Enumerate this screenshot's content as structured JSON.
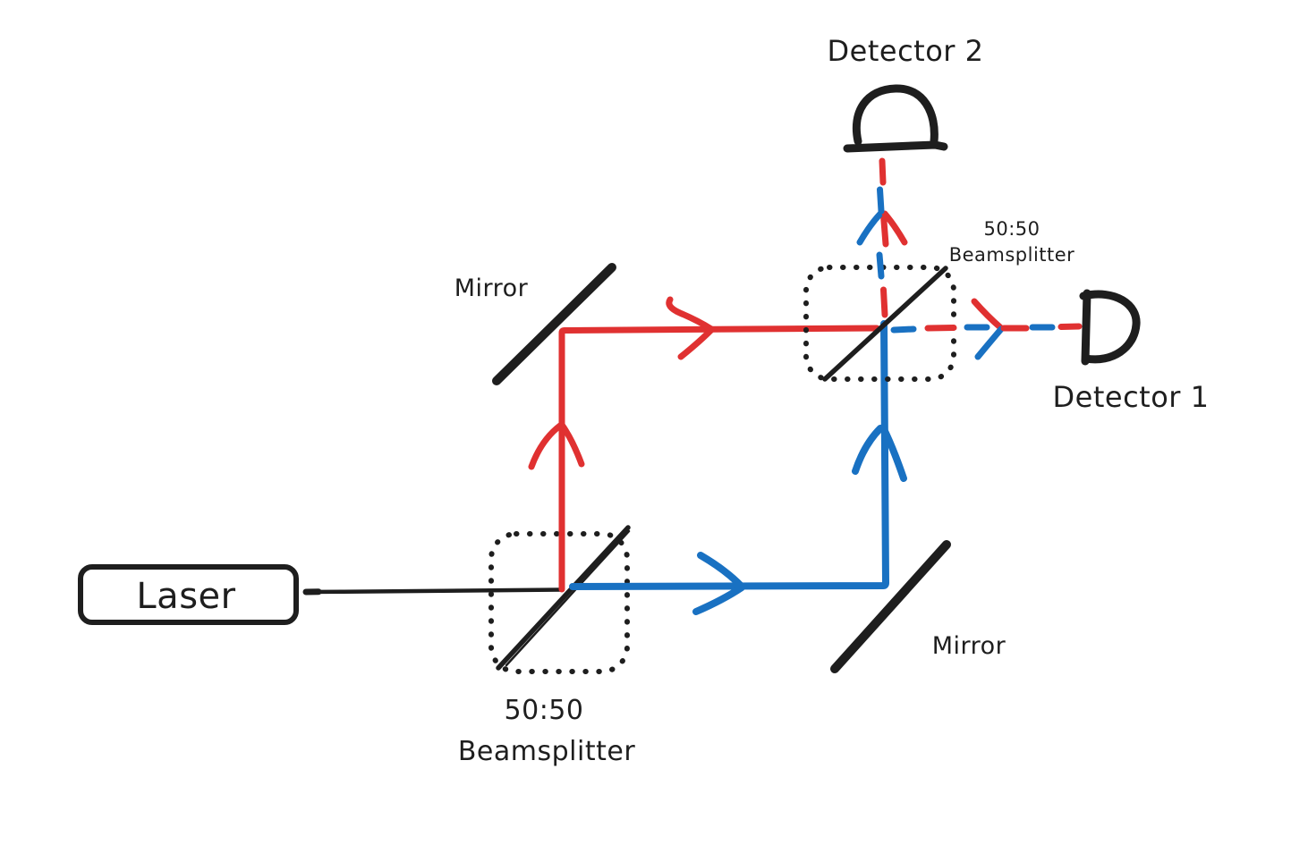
{
  "colors": {
    "ink": "#1e1e1e",
    "path-red": "#e03131",
    "path-blue": "#1971c2",
    "bg": "#ffffff"
  },
  "labels": {
    "laser": "Laser",
    "mirror_top": "Mirror",
    "mirror_bottom": "Mirror",
    "bs1": {
      "line1": "50:50",
      "line2": "Beamsplitter"
    },
    "bs2": {
      "line1": "50:50",
      "line2": "Beamsplitter"
    },
    "detector1": "Detector 1",
    "detector2": "Detector 2"
  }
}
